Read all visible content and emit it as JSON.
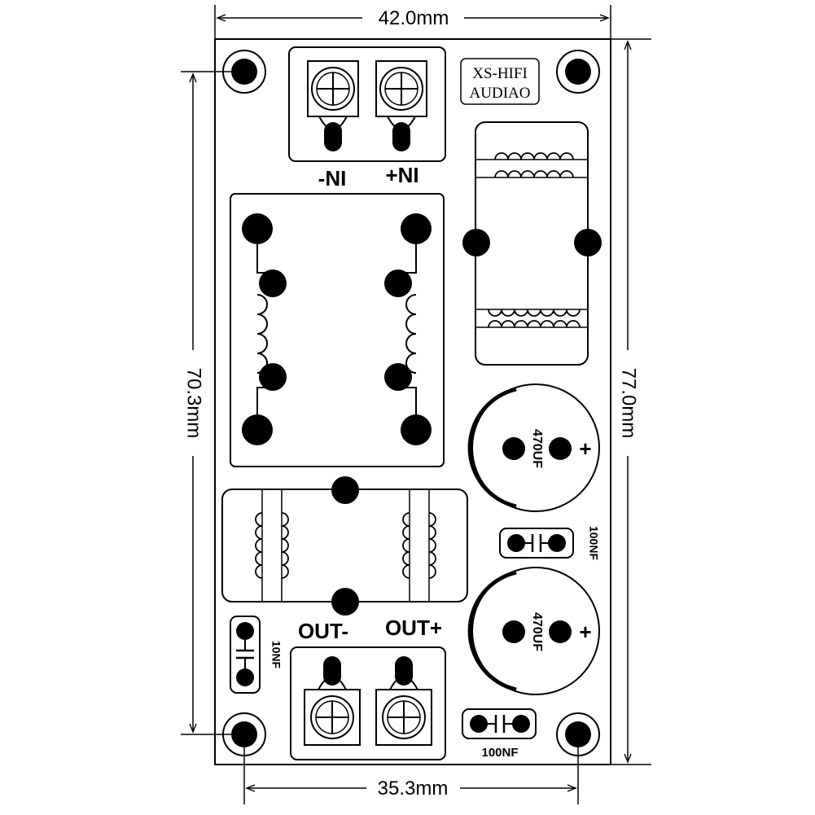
{
  "dimensions": {
    "width": "42.0mm",
    "height": "77.0mm",
    "hole_spacing_vertical": "70.3mm",
    "hole_spacing_horizontal": "35.3mm"
  },
  "logo": {
    "line1": "XS-HIFI",
    "line2": "AUDIAO"
  },
  "input_terminal": {
    "minus_label": "-NI",
    "plus_label": "+NI"
  },
  "output_terminal": {
    "minus_label": "OUT-",
    "plus_label": "OUT+"
  },
  "capacitors": {
    "electrolytic_top": {
      "value": "470UF",
      "polarity": "+"
    },
    "electrolytic_bottom": {
      "value": "470UF",
      "polarity": "+"
    },
    "film_middle": {
      "value": "100NF"
    },
    "film_bottom": {
      "value": "100NF"
    },
    "film_left": {
      "value": "10NF"
    }
  },
  "colors": {
    "ink": "#000000",
    "board": "#ffffff"
  }
}
